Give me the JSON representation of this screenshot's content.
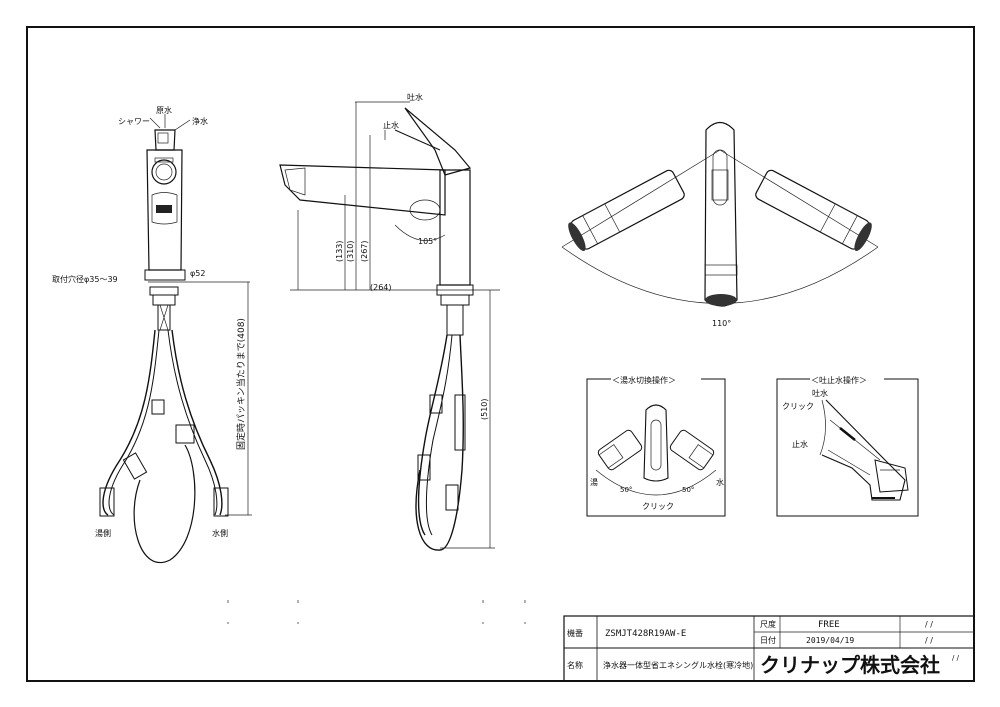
{
  "front_view": {
    "label_shower": "シャワー",
    "label_raw_water": "原水",
    "label_purified": "浄水",
    "label_mount_hole": "取付穴径φ35～39",
    "label_dia": "φ52",
    "label_packing": "固定時パッキン当たりまで(408)",
    "label_hot_side": "湯側",
    "label_cold_side": "水側"
  },
  "side_view": {
    "label_spout": "吐水",
    "label_stop": "止水",
    "dim_133": "(133)",
    "dim_310": "(310)",
    "dim_267": "(267)",
    "dim_264": "(264)",
    "dim_510": "(510)",
    "angle_105": "105°"
  },
  "top_view": {
    "angle_110": "110°"
  },
  "hot_cold_panel": {
    "title": "＜湯水切換操作＞",
    "label_hot": "湯",
    "label_cold": "水",
    "angle_left": "50°",
    "angle_right": "50°",
    "label_click": "クリック"
  },
  "spout_panel": {
    "title": "＜吐止水操作＞",
    "label_spout": "吐水",
    "label_click": "クリック",
    "label_stop": "止水"
  },
  "title_block": {
    "label_model": "機番",
    "model_value": "ZSMJT428R19AW-E",
    "label_scale": "尺度",
    "scale_value": "FREE",
    "label_date": "日付",
    "date_value": "2019/04/19",
    "label_name": "名称",
    "name_value": "浄水器一体型省エネシングル水栓(寒冷地)",
    "company": "クリナップ株式会社",
    "slash1": "/    /",
    "slash2": "/    /",
    "slash3": "/    /"
  }
}
